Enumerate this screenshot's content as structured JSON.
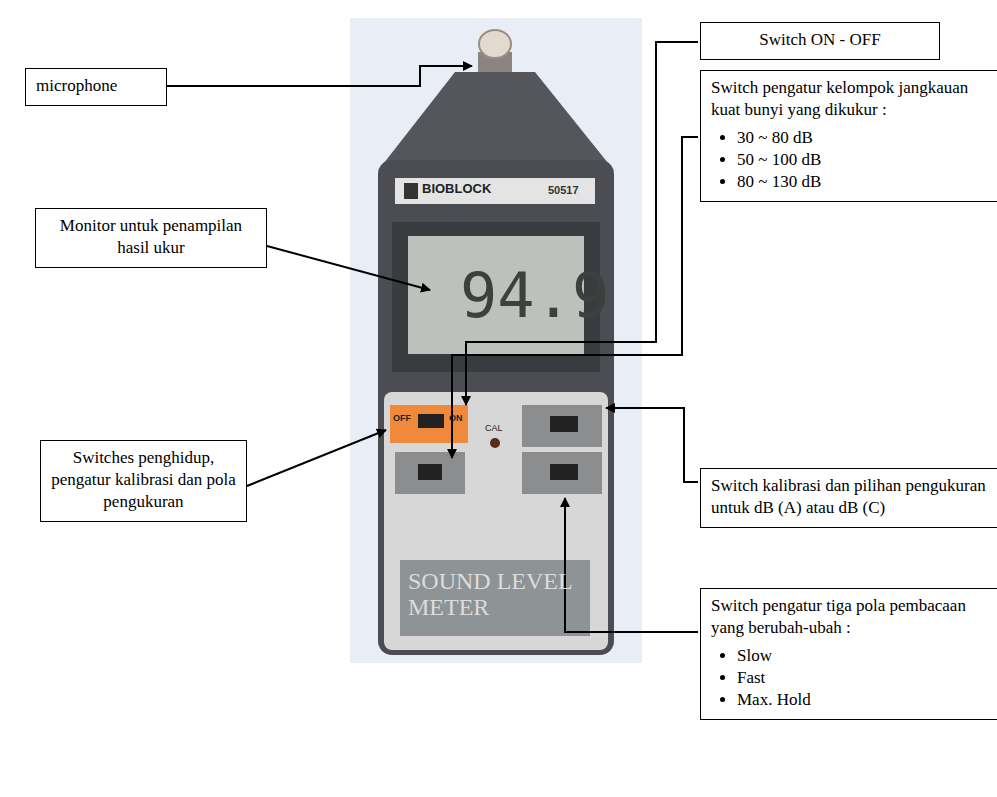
{
  "diagram": {
    "nodes": [
      {
        "text": [
          "microphone"
        ]
      },
      {
        "text": [
          "Switch ON - OFF"
        ]
      },
      {
        "text": [
          "Switch pengatur kelompok jangkauan kuat bunyi yang dikukur :",
          "30 ~ 80 dB",
          "50 ~ 100 dB",
          "80 ~ 130 dB"
        ]
      },
      {
        "text": [
          "Monitor untuk penampilan hasil ukur"
        ]
      },
      {
        "text": [
          "Switches penghidup, pengatur kalibrasi dan pola pengukuran"
        ]
      },
      {
        "text": [
          "Switch kalibrasi dan pilihan pengukuran untuk dB (A) atau dB (C)"
        ]
      },
      {
        "text": [
          "Switch pengatur tiga pola pembacaan yang berubah-ubah :",
          "Slow",
          "Fast",
          "Max. Hold"
        ]
      }
    ],
    "edges": [],
    "labels": [
      "BIOBLOCK",
      "50517",
      "94.9",
      "OFF",
      "ON",
      "CAL",
      "SOUND LEVEL METER"
    ]
  }
}
